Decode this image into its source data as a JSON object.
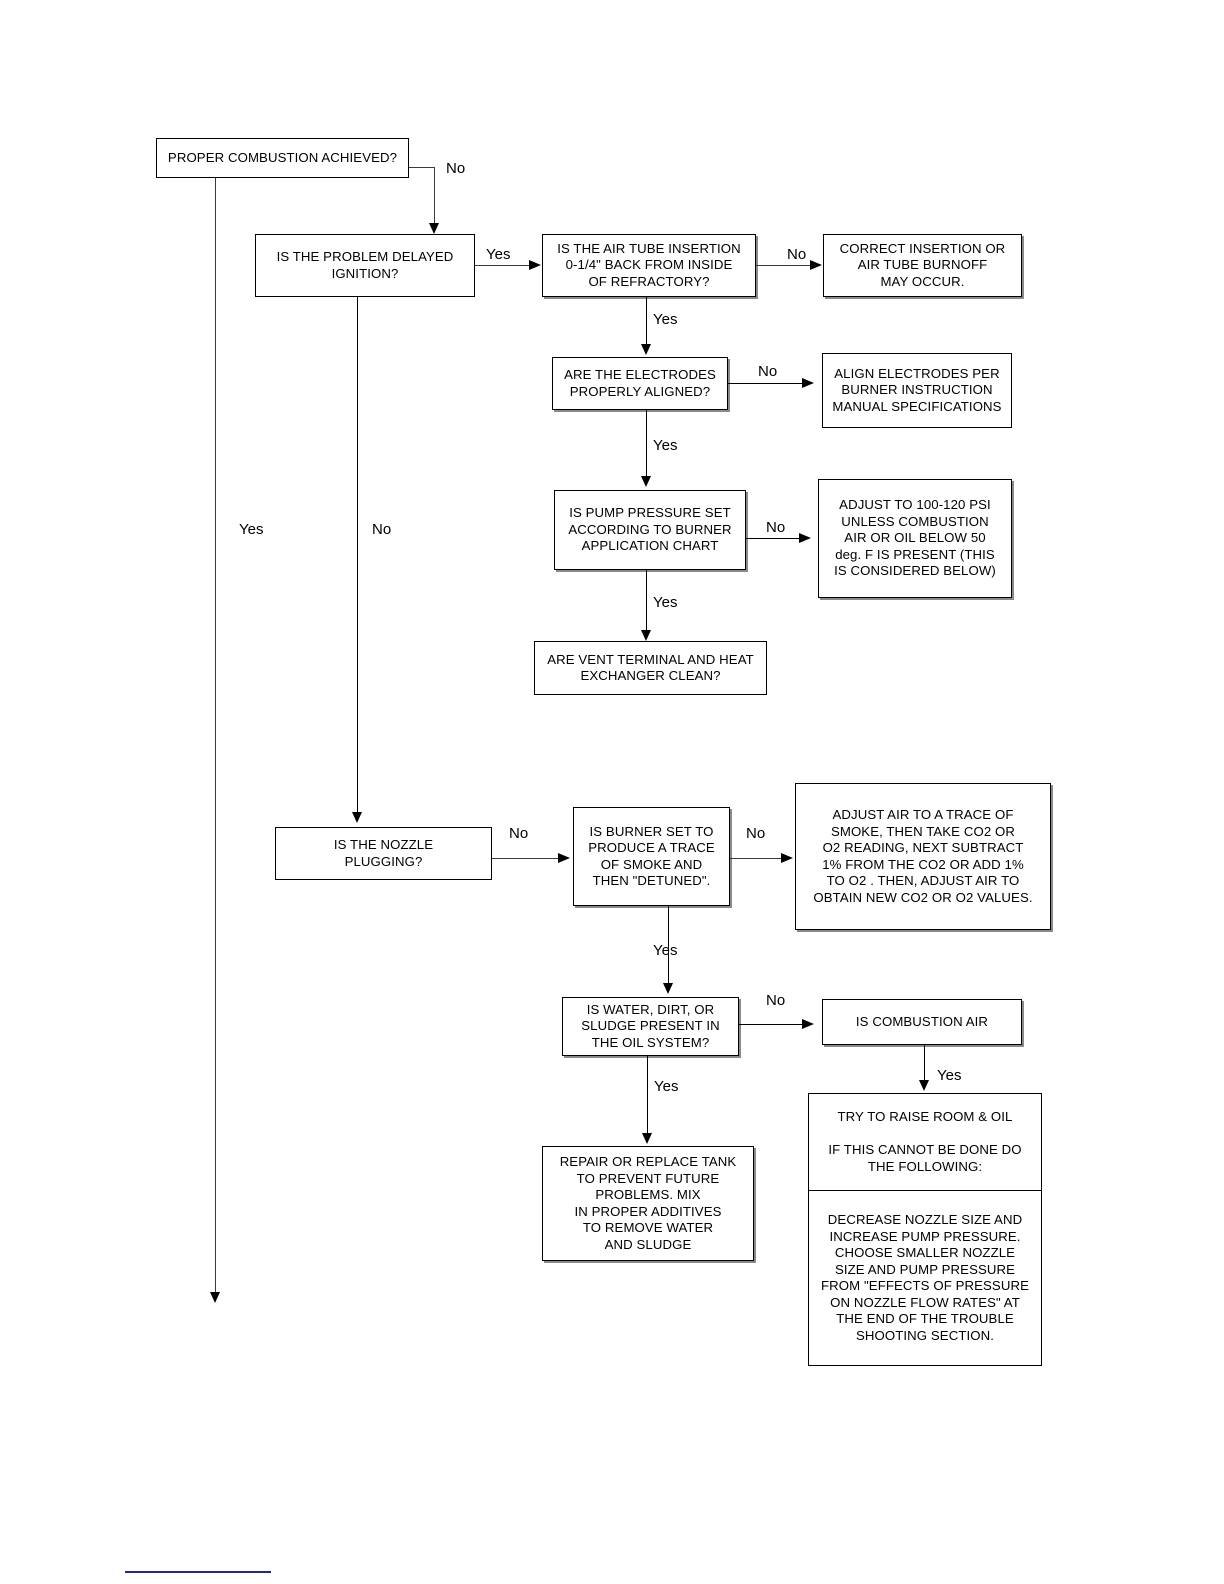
{
  "document": {
    "title": "Combustion Troubleshooting Flowchart"
  },
  "nodes": {
    "proper_combustion": "PROPER COMBUSTION ACHIEVED?",
    "delayed_ignition": "IS THE PROBLEM DELAYED\nIGNITION?",
    "air_tube_insertion": "IS THE AIR TUBE INSERTION\n0-1/4\" BACK FROM INSIDE\nOF REFRACTORY?",
    "correct_insertion": "CORRECT INSERTION OR\nAIR TUBE BURNOFF\nMAY OCCUR.",
    "electrodes_aligned": "ARE THE ELECTRODES\nPROPERLY ALIGNED?",
    "align_electrodes": "ALIGN ELECTRODES PER\nBURNER INSTRUCTION\nMANUAL SPECIFICATIONS",
    "pump_pressure": "IS PUMP PRESSURE SET\nACCORDING TO BURNER\nAPPLICATION CHART",
    "adjust_pressure": "ADJUST TO 100-120 PSI\nUNLESS COMBUSTION\nAIR OR OIL BELOW 50\ndeg. F IS PRESENT (THIS\nIS CONSIDERED BELOW)",
    "vent_terminal": "ARE VENT TERMINAL AND HEAT\nEXCHANGER  CLEAN?",
    "nozzle_plugging": "IS THE NOZZLE\nPLUGGING?",
    "burner_detuned": "IS BURNER SET TO\nPRODUCE A TRACE\nOF SMOKE AND\nTHEN  \"DETUNED\".",
    "adjust_air": "ADJUST AIR TO A TRACE OF\nSMOKE, THEN TAKE CO2 OR\nO2 READING, NEXT SUBTRACT\n1% FROM THE CO2 OR ADD 1%\nTO O2 . THEN, ADJUST AIR TO\nOBTAIN NEW CO2 OR O2 VALUES.",
    "water_dirt_sludge": "IS WATER, DIRT, OR\nSLUDGE  PRESENT IN\nTHE OIL SYSTEM?",
    "combustion_air": "IS COMBUSTION AIR",
    "repair_tank": "REPAIR OR REPLACE TANK\nTO PREVENT FUTURE\nPROBLEMS. MIX\nIN PROPER ADDITIVES\nTO REMOVE WATER\nAND SLUDGE",
    "raise_room_oil_line1": "TRY TO RAISE ROOM & OIL",
    "raise_room_oil_line2": "IF THIS CANNOT BE DONE DO\nTHE FOLLOWING:",
    "decrease_nozzle": "DECREASE NOZZLE SIZE AND\nINCREASE PUMP PRESSURE.\nCHOOSE SMALLER NOZZLE\nSIZE AND PUMP PRESSURE\nFROM \"EFFECTS OF PRESSURE\nON NOZZLE FLOW RATES\" AT\nTHE END OF THE TROUBLE\nSHOOTING SECTION."
  },
  "edge_labels": {
    "combustion_no": "No",
    "combustion_yes": "Yes",
    "ignition_yes": "Yes",
    "ignition_no": "No",
    "airtube_no": "No",
    "airtube_yes": "Yes",
    "electrodes_no": "No",
    "electrodes_yes": "Yes",
    "pump_no": "No",
    "pump_yes": "Yes",
    "nozzle_no": "No",
    "burner_no": "No",
    "burner_yes": "Yes",
    "sludge_no": "No",
    "sludge_yes": "Yes",
    "combustion_air_yes": "Yes"
  },
  "colors": {
    "line": "#3a3a3a",
    "box_border": "#000000",
    "text": "#000000",
    "footer_rule": "#1f2a8c",
    "background": "#ffffff"
  }
}
